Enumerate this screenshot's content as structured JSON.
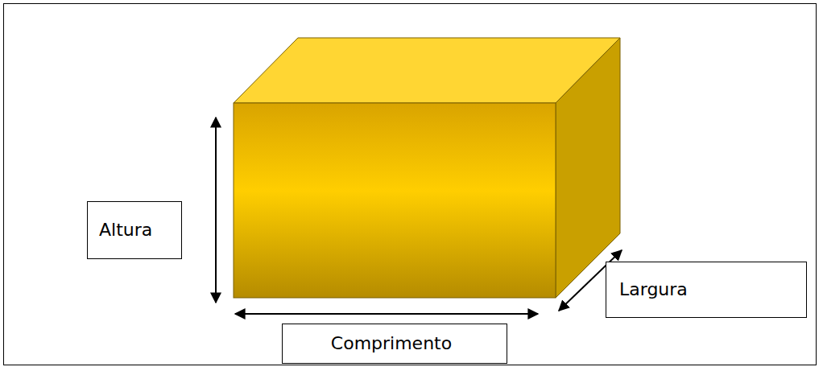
{
  "diagram": {
    "nodes": [
      {
        "text": [
          "Altura"
        ]
      },
      {
        "text": [
          "Largura"
        ]
      },
      {
        "text": [
          "Comprimento"
        ]
      }
    ]
  }
}
